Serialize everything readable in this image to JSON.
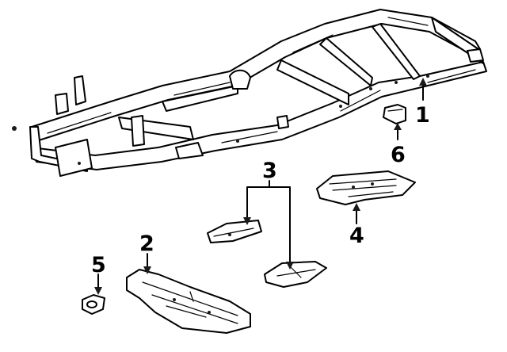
{
  "diagram": {
    "callouts": {
      "frame": "1",
      "rear_crossmember_plate": "2",
      "skid_plates": "3",
      "transfer_case_shield": "4",
      "bracket_left": "5",
      "bracket_right": "6"
    },
    "colors": {
      "ink": "#000000",
      "paper": "#ffffff"
    },
    "parts": [
      {
        "id": "frame",
        "callout": "1"
      },
      {
        "id": "rear-shield",
        "callout": "2"
      },
      {
        "id": "skid-plate-upper",
        "callout": "3"
      },
      {
        "id": "skid-plate-lower",
        "callout": "3"
      },
      {
        "id": "transfer-shield",
        "callout": "4"
      },
      {
        "id": "bracket-5",
        "callout": "5"
      },
      {
        "id": "bracket-6",
        "callout": "6"
      }
    ]
  }
}
